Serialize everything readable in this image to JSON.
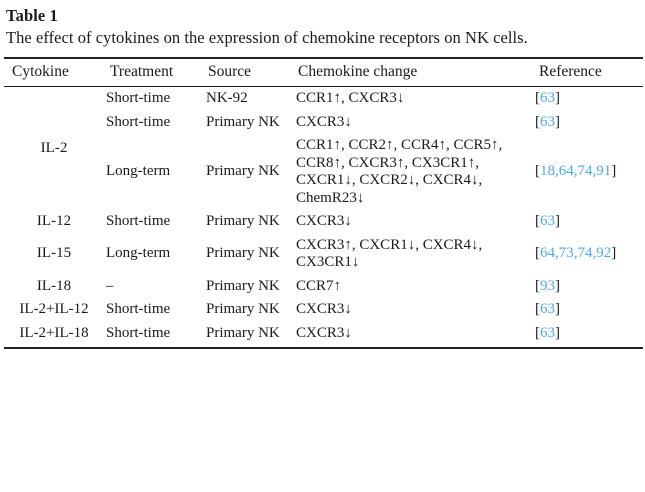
{
  "table": {
    "number": "Table 1",
    "caption": "The effect of cytokines on the expression of chemokine receptors on NK cells.",
    "link_color": "#52a8dd",
    "text_color": "#1a1a1a",
    "rule_color": "#222222",
    "columns": [
      {
        "key": "cytokine",
        "label": "Cytokine"
      },
      {
        "key": "treatment",
        "label": "Treatment"
      },
      {
        "key": "source",
        "label": "Source"
      },
      {
        "key": "change",
        "label": "Chemokine change"
      },
      {
        "key": "reference",
        "label": "Reference"
      }
    ],
    "rows": [
      {
        "cytokine": "IL-2",
        "cytokine_rowspan": 3,
        "treatment": "Short-time",
        "source": "NK-92",
        "change": "CCR1↑, CXCR3↓",
        "reference_open": "[",
        "reference_numbers": "63",
        "reference_close": "]"
      },
      {
        "cytokine": "",
        "cytokine_rowspan": 0,
        "treatment": "Short-time",
        "source": "Primary NK",
        "change": "CXCR3↓",
        "reference_open": "[",
        "reference_numbers": "63",
        "reference_close": "]"
      },
      {
        "cytokine": "",
        "cytokine_rowspan": 0,
        "treatment": "Long-term",
        "source": "Primary NK",
        "change": "CCR1↑, CCR2↑, CCR4↑, CCR5↑, CCR8↑, CXCR3↑, CX3CR1↑, CXCR1↓, CXCR2↓, CXCR4↓, ChemR23↓",
        "reference_open": "[",
        "reference_numbers": "18,64,74,91",
        "reference_close": "]"
      },
      {
        "cytokine": "IL-12",
        "cytokine_rowspan": 1,
        "treatment": "Short-time",
        "source": "Primary NK",
        "change": "CXCR3↓",
        "reference_open": "[",
        "reference_numbers": "63",
        "reference_close": "]"
      },
      {
        "cytokine": "IL-15",
        "cytokine_rowspan": 1,
        "treatment": "Long-term",
        "source": "Primary NK",
        "change": "CXCR3↑, CXCR1↓, CXCR4↓, CX3CR1↓",
        "reference_open": "[",
        "reference_numbers": "64,73,74,92",
        "reference_close": "]"
      },
      {
        "cytokine": "IL-18",
        "cytokine_rowspan": 1,
        "treatment": "–",
        "source": "Primary NK",
        "change": "CCR7↑",
        "reference_open": "[",
        "reference_numbers": "93",
        "reference_close": "]"
      },
      {
        "cytokine": "IL-2+IL-12",
        "cytokine_rowspan": 1,
        "treatment": "Short-time",
        "source": "Primary NK",
        "change": "CXCR3↓",
        "reference_open": "[",
        "reference_numbers": "63",
        "reference_close": "]"
      },
      {
        "cytokine": "IL-2+IL-18",
        "cytokine_rowspan": 1,
        "treatment": "Short-time",
        "source": "Primary NK",
        "change": "CXCR3↓",
        "reference_open": "[",
        "reference_numbers": "63",
        "reference_close": "]"
      }
    ]
  }
}
